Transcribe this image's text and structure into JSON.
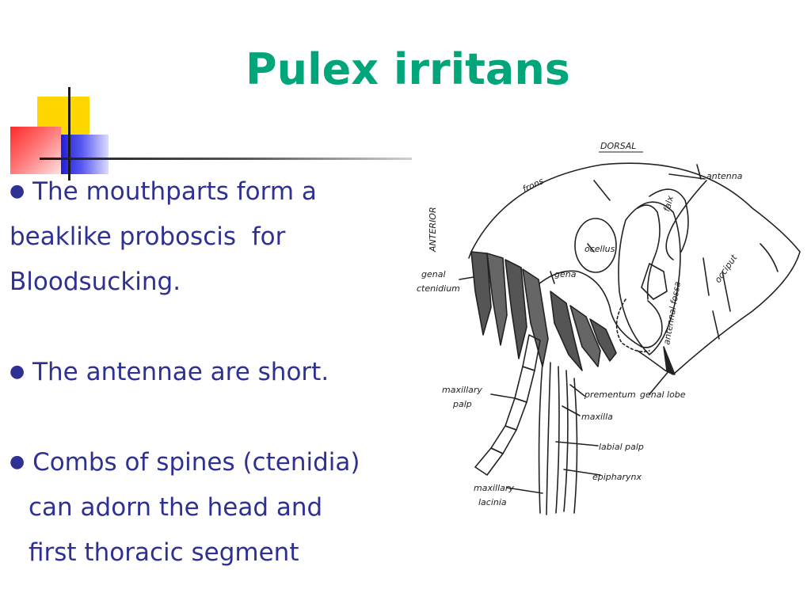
{
  "slide": {
    "title": "Pulex irritans",
    "bullets": [
      {
        "marker": "●",
        "lines": [
          "The mouthparts form a",
          "beaklike proboscis  for",
          "Bloodsucking."
        ]
      },
      {
        "marker": "●",
        "lines": [
          "The antennae are short."
        ]
      },
      {
        "marker": "●",
        "lines": [
          "Combs of spines (ctenidia)",
          "can adorn the head and",
          "first thoracic segment"
        ]
      }
    ]
  },
  "diagram": {
    "labels": {
      "dorsal": "DORSAL",
      "anterior": "ANTERIOR",
      "frons": "frons",
      "falx": "falx",
      "antenna": "antenna",
      "ocellus": "ocellus",
      "gena": "gena",
      "genal_ctenidium_1": "genal",
      "genal_ctenidium_2": "ctenidium",
      "antennal_fossa": "antennal fossa",
      "occiput": "occiput",
      "maxillary_palp_1": "maxillary",
      "maxillary_palp_2": "palp",
      "prementum": "prementum",
      "genal_lobe": "genal lobe",
      "maxilla": "maxilla",
      "labial_palp": "labial palp",
      "epipharynx": "epipharynx",
      "maxillary_lacinia_1": "maxillary",
      "maxillary_lacinia_2": "lacinia"
    }
  }
}
